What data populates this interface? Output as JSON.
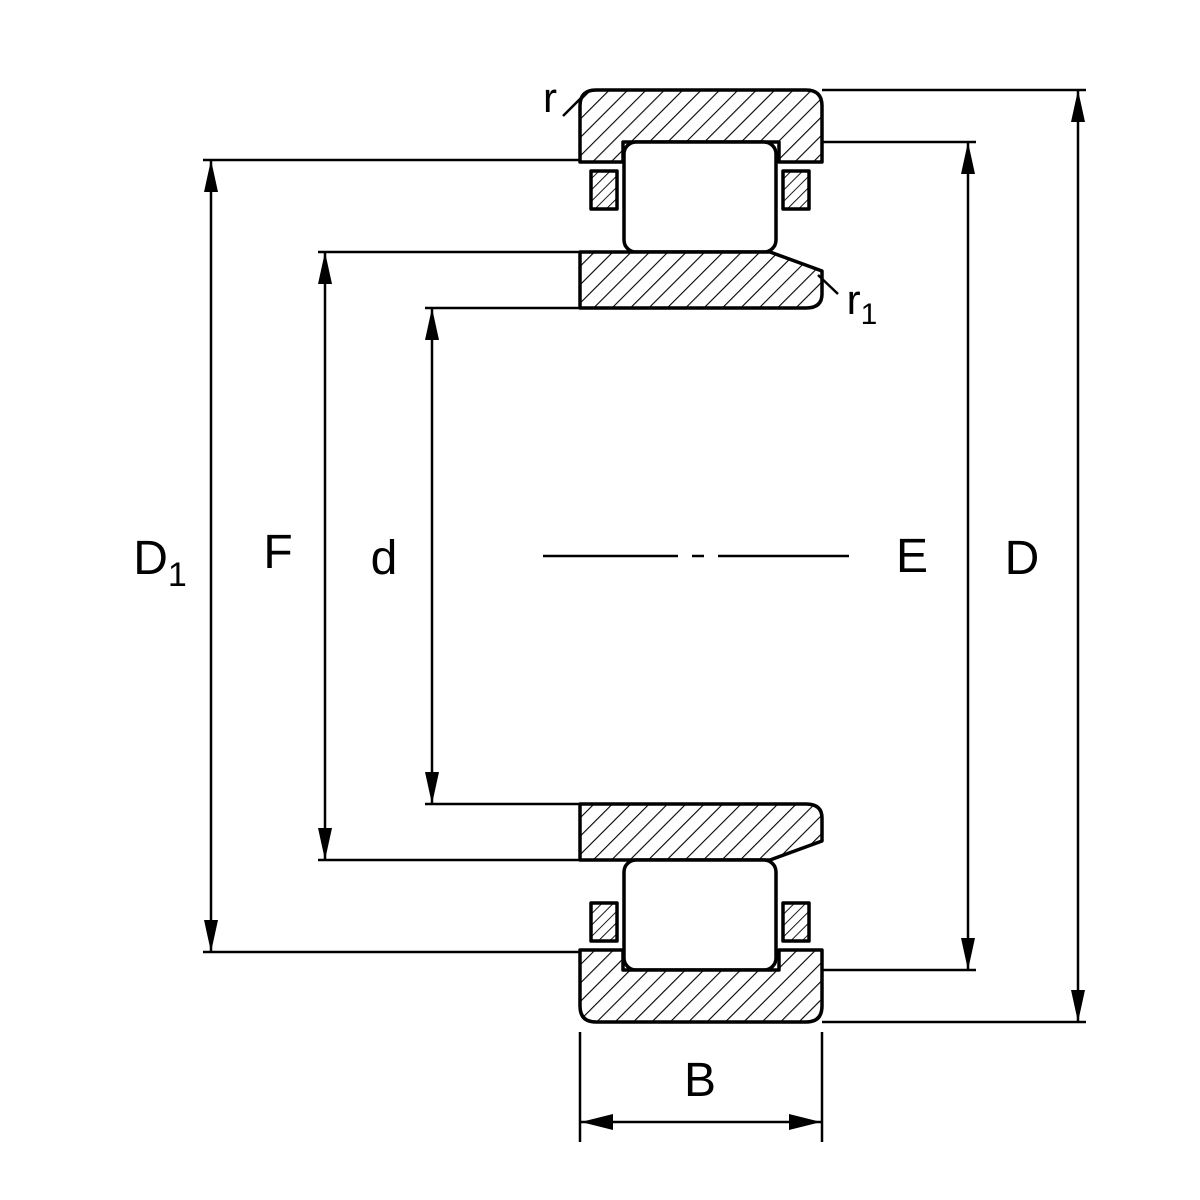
{
  "diagram": {
    "labels": {
      "d1_main": "D",
      "d1_sub": "1",
      "f": "F",
      "d": "d",
      "e": "E",
      "outer": "D",
      "r": "r",
      "r1_main": "r",
      "r1_sub": "1",
      "b": "B"
    },
    "colors": {
      "line": "#000000",
      "background": "#ffffff"
    }
  }
}
